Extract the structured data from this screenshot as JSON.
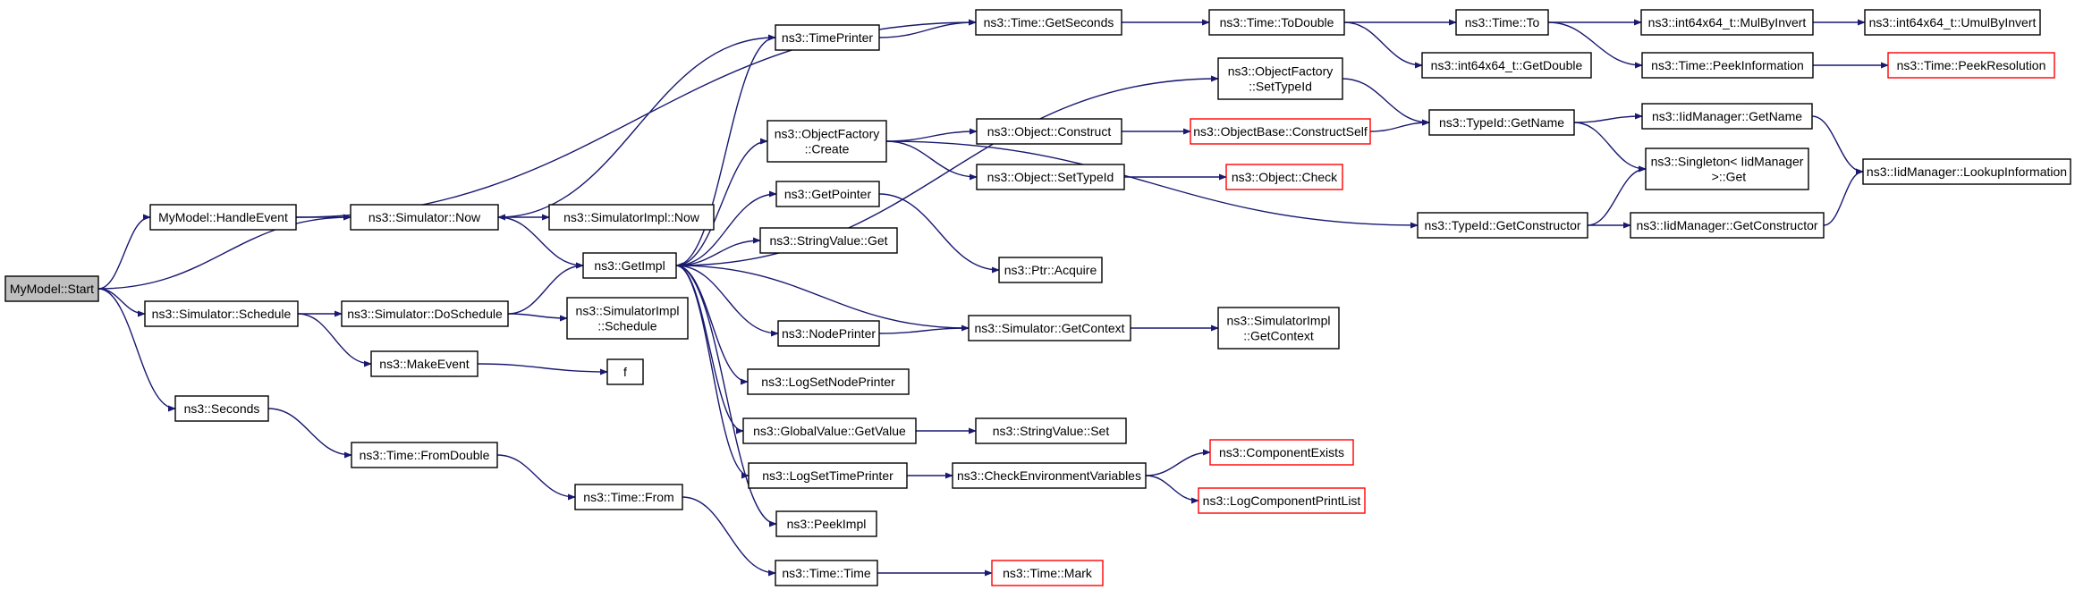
{
  "colors": {
    "edge": "#191970",
    "box_border": "#000000",
    "truncated_border": "#ff0000",
    "root_fill": "#bfbfbf",
    "background": "#ffffff"
  },
  "nodes": [
    {
      "id": "start",
      "lines": [
        "MyModel::Start"
      ],
      "kind": "root"
    },
    {
      "id": "handleEvent",
      "lines": [
        "MyModel::HandleEvent"
      ]
    },
    {
      "id": "schedule",
      "lines": [
        "ns3::Simulator::Schedule"
      ]
    },
    {
      "id": "seconds",
      "lines": [
        "ns3::Seconds"
      ]
    },
    {
      "id": "now",
      "lines": [
        "ns3::Simulator::Now"
      ]
    },
    {
      "id": "doSchedule",
      "lines": [
        "ns3::Simulator::DoSchedule"
      ]
    },
    {
      "id": "makeEvent",
      "lines": [
        "ns3::MakeEvent"
      ]
    },
    {
      "id": "fromDouble",
      "lines": [
        "ns3::Time::FromDouble"
      ]
    },
    {
      "id": "simImplNow",
      "lines": [
        "ns3::SimulatorImpl::Now"
      ]
    },
    {
      "id": "simImplSchedule",
      "lines": [
        "ns3::SimulatorImpl",
        "::Schedule"
      ]
    },
    {
      "id": "getImpl",
      "lines": [
        "ns3::GetImpl"
      ]
    },
    {
      "id": "f",
      "lines": [
        "f"
      ]
    },
    {
      "id": "timeFrom",
      "lines": [
        "ns3::Time::From"
      ]
    },
    {
      "id": "timePrinter",
      "lines": [
        "ns3::TimePrinter"
      ]
    },
    {
      "id": "ofCreate",
      "lines": [
        "ns3::ObjectFactory",
        "::Create"
      ]
    },
    {
      "id": "getPointer",
      "lines": [
        "ns3::GetPointer"
      ]
    },
    {
      "id": "svGet",
      "lines": [
        "ns3::StringValue::Get"
      ]
    },
    {
      "id": "nodePrinter",
      "lines": [
        "ns3::NodePrinter"
      ]
    },
    {
      "id": "logSetNodePrinter",
      "lines": [
        "ns3::LogSetNodePrinter"
      ]
    },
    {
      "id": "gvGetValue",
      "lines": [
        "ns3::GlobalValue::GetValue"
      ]
    },
    {
      "id": "logSetTimePrinter",
      "lines": [
        "ns3::LogSetTimePrinter"
      ]
    },
    {
      "id": "peekImpl",
      "lines": [
        "ns3::PeekImpl"
      ]
    },
    {
      "id": "timeTime",
      "lines": [
        "ns3::Time::Time"
      ]
    },
    {
      "id": "getSeconds",
      "lines": [
        "ns3::Time::GetSeconds"
      ]
    },
    {
      "id": "objConstruct",
      "lines": [
        "ns3::Object::Construct"
      ]
    },
    {
      "id": "objSetTypeId",
      "lines": [
        "ns3::Object::SetTypeId"
      ]
    },
    {
      "id": "ptrAcquire",
      "lines": [
        "ns3::Ptr::Acquire"
      ]
    },
    {
      "id": "simGetContext",
      "lines": [
        "ns3::Simulator::GetContext"
      ]
    },
    {
      "id": "svSet",
      "lines": [
        "ns3::StringValue::Set"
      ]
    },
    {
      "id": "checkEnv",
      "lines": [
        "ns3::CheckEnvironmentVariables"
      ]
    },
    {
      "id": "timeMark",
      "lines": [
        "ns3::Time::Mark"
      ],
      "kind": "truncated"
    },
    {
      "id": "toDouble",
      "lines": [
        "ns3::Time::ToDouble"
      ]
    },
    {
      "id": "ofSetTypeId",
      "lines": [
        "ns3::ObjectFactory",
        "::SetTypeId"
      ]
    },
    {
      "id": "obConstructSelf",
      "lines": [
        "ns3::ObjectBase::ConstructSelf"
      ],
      "kind": "truncated"
    },
    {
      "id": "objCheck",
      "lines": [
        "ns3::Object::Check"
      ],
      "kind": "truncated"
    },
    {
      "id": "simImplGetContext",
      "lines": [
        "ns3::SimulatorImpl",
        "::GetContext"
      ]
    },
    {
      "id": "componentExists",
      "lines": [
        "ns3::ComponentExists"
      ],
      "kind": "truncated"
    },
    {
      "id": "logComponentPrintList",
      "lines": [
        "ns3::LogComponentPrintList"
      ],
      "kind": "truncated"
    },
    {
      "id": "timeTo",
      "lines": [
        "ns3::Time::To"
      ]
    },
    {
      "id": "int64GetDouble",
      "lines": [
        "ns3::int64x64_t::GetDouble"
      ]
    },
    {
      "id": "tidGetName",
      "lines": [
        "ns3::TypeId::GetName"
      ]
    },
    {
      "id": "tidGetConstructor",
      "lines": [
        "ns3::TypeId::GetConstructor"
      ]
    },
    {
      "id": "mulByInvert",
      "lines": [
        "ns3::int64x64_t::MulByInvert"
      ]
    },
    {
      "id": "peekInformation",
      "lines": [
        "ns3::Time::PeekInformation"
      ]
    },
    {
      "id": "iidGetName",
      "lines": [
        "ns3::IidManager::GetName"
      ]
    },
    {
      "id": "singletonGet",
      "lines": [
        "ns3::Singleton< IidManager",
        " >::Get"
      ]
    },
    {
      "id": "iidGetConstructor",
      "lines": [
        "ns3::IidManager::GetConstructor"
      ]
    },
    {
      "id": "umulByInvert",
      "lines": [
        "ns3::int64x64_t::UmulByInvert"
      ]
    },
    {
      "id": "peekResolution",
      "lines": [
        "ns3::Time::PeekResolution"
      ],
      "kind": "truncated"
    },
    {
      "id": "lookupInformation",
      "lines": [
        "ns3::IidManager::LookupInformation"
      ]
    }
  ],
  "edges": [
    [
      "start",
      "handleEvent"
    ],
    [
      "start",
      "now"
    ],
    [
      "start",
      "schedule"
    ],
    [
      "start",
      "seconds"
    ],
    [
      "handleEvent",
      "now"
    ],
    [
      "handleEvent",
      "getSeconds"
    ],
    [
      "now",
      "simImplNow"
    ],
    [
      "now",
      "getImpl"
    ],
    [
      "schedule",
      "doSchedule"
    ],
    [
      "schedule",
      "makeEvent"
    ],
    [
      "doSchedule",
      "getImpl"
    ],
    [
      "doSchedule",
      "simImplSchedule"
    ],
    [
      "makeEvent",
      "f"
    ],
    [
      "seconds",
      "fromDouble"
    ],
    [
      "fromDouble",
      "timeFrom"
    ],
    [
      "timeFrom",
      "timeTime"
    ],
    [
      "timeTime",
      "timeMark"
    ],
    [
      "getImpl",
      "timePrinter"
    ],
    [
      "getImpl",
      "ofSetTypeId"
    ],
    [
      "getImpl",
      "ofCreate"
    ],
    [
      "getImpl",
      "getPointer"
    ],
    [
      "getImpl",
      "svGet"
    ],
    [
      "getImpl",
      "nodePrinter"
    ],
    [
      "getImpl",
      "logSetNodePrinter"
    ],
    [
      "getImpl",
      "gvGetValue"
    ],
    [
      "getImpl",
      "logSetTimePrinter"
    ],
    [
      "getImpl",
      "peekImpl"
    ],
    [
      "timePrinter",
      "now"
    ],
    [
      "timePrinter",
      "getSeconds"
    ],
    [
      "getSeconds",
      "toDouble"
    ],
    [
      "toDouble",
      "timeTo"
    ],
    [
      "toDouble",
      "int64GetDouble"
    ],
    [
      "timeTo",
      "mulByInvert"
    ],
    [
      "timeTo",
      "peekInformation"
    ],
    [
      "mulByInvert",
      "umulByInvert"
    ],
    [
      "peekInformation",
      "peekResolution"
    ],
    [
      "ofCreate",
      "objConstruct"
    ],
    [
      "ofCreate",
      "objSetTypeId"
    ],
    [
      "ofCreate",
      "tidGetConstructor"
    ],
    [
      "objConstruct",
      "obConstructSelf"
    ],
    [
      "obConstructSelf",
      "tidGetName"
    ],
    [
      "objSetTypeId",
      "objCheck"
    ],
    [
      "ofSetTypeId",
      "tidGetName"
    ],
    [
      "tidGetName",
      "iidGetName"
    ],
    [
      "tidGetName",
      "singletonGet"
    ],
    [
      "iidGetName",
      "lookupInformation"
    ],
    [
      "tidGetConstructor",
      "singletonGet"
    ],
    [
      "tidGetConstructor",
      "iidGetConstructor"
    ],
    [
      "iidGetConstructor",
      "lookupInformation"
    ],
    [
      "getPointer",
      "ptrAcquire"
    ],
    [
      "nodePrinter",
      "simGetContext"
    ],
    [
      "simGetContext",
      "getImpl"
    ],
    [
      "simGetContext",
      "simImplGetContext"
    ],
    [
      "gvGetValue",
      "svSet"
    ],
    [
      "logSetTimePrinter",
      "checkEnv"
    ],
    [
      "checkEnv",
      "componentExists"
    ],
    [
      "checkEnv",
      "logComponentPrintList"
    ]
  ]
}
